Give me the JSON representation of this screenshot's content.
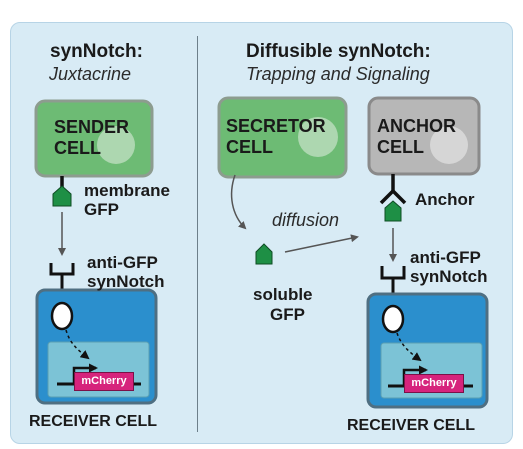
{
  "left": {
    "title": "synNotch:",
    "subtitle": "Juxtacrine",
    "sender_label_1": "SENDER",
    "sender_label_2": "CELL",
    "membrane_label_1": "membrane",
    "membrane_label_2": "GFP",
    "receptor_label_1": "anti-GFP",
    "receptor_label_2": "synNotch",
    "reporter": "mCherry",
    "receiver_label": "RECEIVER CELL"
  },
  "right": {
    "title": "Diffusible synNotch:",
    "subtitle": "Trapping and Signaling",
    "secretor_label_1": "SECRETOR",
    "secretor_label_2": "CELL",
    "anchor_cell_label_1": "ANCHOR",
    "anchor_cell_label_2": "CELL",
    "anchor_label": "Anchor",
    "diffusion_label": "diffusion",
    "soluble_label_1": "soluble",
    "soluble_label_2": "GFP",
    "receptor_label_1": "anti-GFP",
    "receptor_label_2": "synNotch",
    "reporter": "mCherry",
    "receiver_label": "RECEIVER CELL"
  },
  "colors": {
    "panel_bg": "#d8ebf5",
    "green_cell": "#6dbb74",
    "gray_cell": "#b7b7b7",
    "receiver_cell": "#2b8fcd",
    "nucleus": "#7cc3d6",
    "gfp": "#1e8f45",
    "mcherry": "#d6237c"
  }
}
